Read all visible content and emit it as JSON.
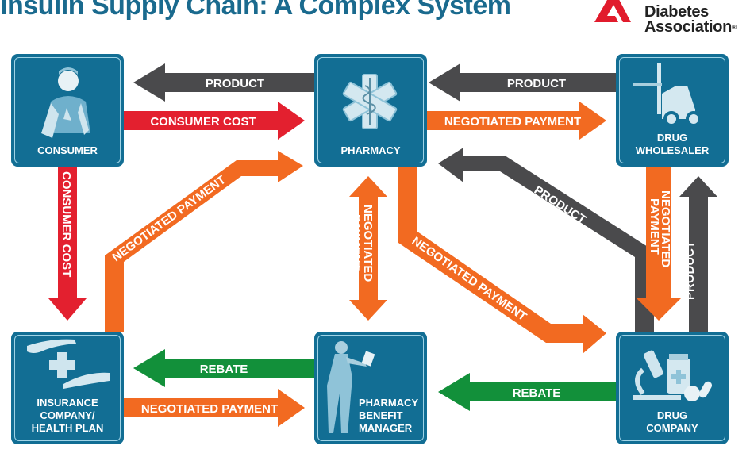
{
  "header": {
    "title": "Insulin Supply Chain: A Complex System",
    "logo": {
      "line1": "Diabetes",
      "line2": "Association",
      "registered_mark": "®",
      "icon": "ada-triangle-logo"
    }
  },
  "colors": {
    "box": "#126e94",
    "title": "#1a6a8e",
    "product": "#4a4a4c",
    "consumer_cost": "#e3202f",
    "negotiated_payment": "#f26a21",
    "rebate": "#12903a",
    "logo_red": "#e11b2c"
  },
  "nodes": {
    "consumer": {
      "label": "CONSUMER",
      "icon": "person-icon"
    },
    "pharmacy": {
      "label": "PHARMACY",
      "icon": "star-of-life-icon"
    },
    "wholesaler": {
      "label": "DRUG\nWHOLESALER",
      "icon": "forklift-icon"
    },
    "insurance": {
      "label": "INSURANCE\nCOMPANY/\nHEALTH PLAN",
      "icon": "hands-cross-icon"
    },
    "pbm": {
      "label": "PHARMACY\nBENEFIT\nMANAGER",
      "icon": "businesswoman-icon"
    },
    "drug_company": {
      "label": "DRUG\nCOMPANY",
      "icon": "microscope-pills-icon"
    }
  },
  "flows": {
    "pharmacy_to_consumer": "PRODUCT",
    "consumer_to_pharmacy": "CONSUMER COST",
    "wholesaler_to_pharmacy": "PRODUCT",
    "pharmacy_to_wholesaler": "NEGOTIATED PAYMENT",
    "consumer_to_insurance": "CONSUMER COST",
    "insurance_to_pharmacy": "NEGOTIATED PAYMENT",
    "pharmacy_pbm_line1": "NEGOTIATED",
    "pharmacy_pbm_line2": "PAYMENT",
    "pharmacy_to_drug_company": "NEGOTIATED PAYMENT",
    "drug_company_to_pharmacy": "PRODUCT",
    "wholesaler_drug_line1": "NEGOTIATED",
    "wholesaler_drug_line2": "PAYMENT",
    "drug_company_to_wholesaler": "PRODUCT",
    "pbm_to_insurance": "REBATE",
    "insurance_to_pbm": "NEGOTIATED PAYMENT",
    "drug_company_to_pbm": "REBATE"
  }
}
